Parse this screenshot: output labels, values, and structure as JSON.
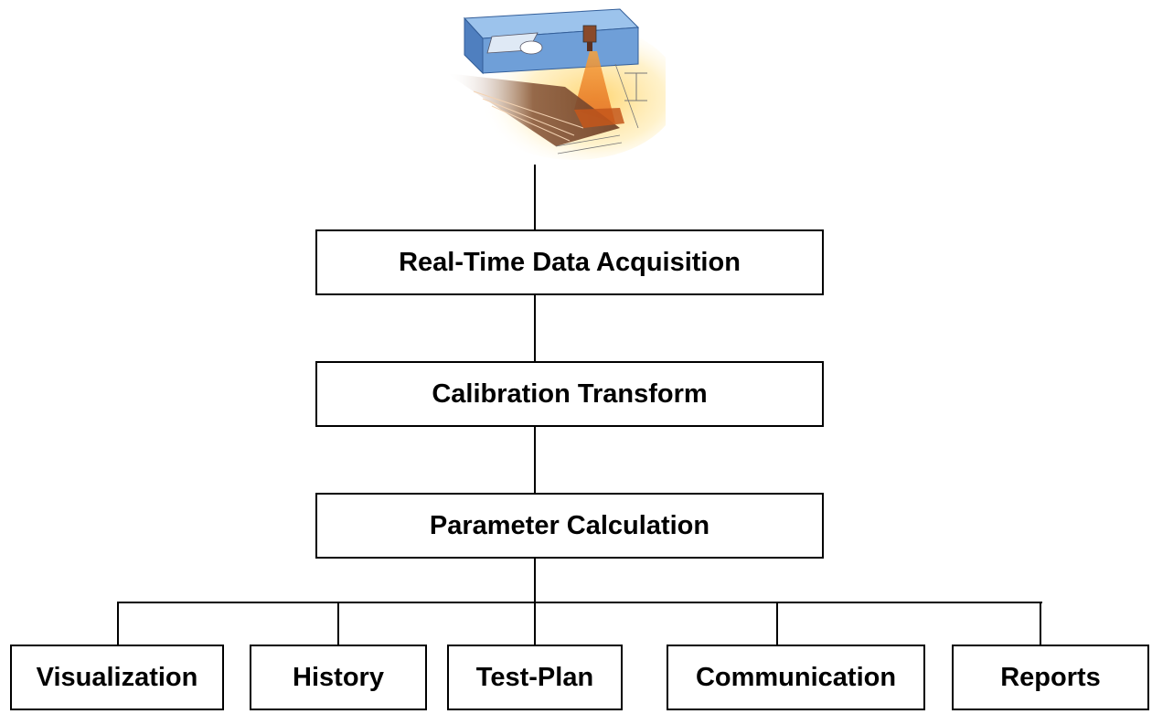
{
  "diagram": {
    "illustration": "laser-profile-sensor-icon",
    "pipeline": [
      {
        "label": "Real-Time Data Acquisition"
      },
      {
        "label": "Calibration Transform"
      },
      {
        "label": "Parameter Calculation"
      }
    ],
    "outputs": [
      {
        "label": "Visualization"
      },
      {
        "label": "History"
      },
      {
        "label": "Test-Plan"
      },
      {
        "label": "Communication"
      },
      {
        "label": "Reports"
      }
    ]
  }
}
